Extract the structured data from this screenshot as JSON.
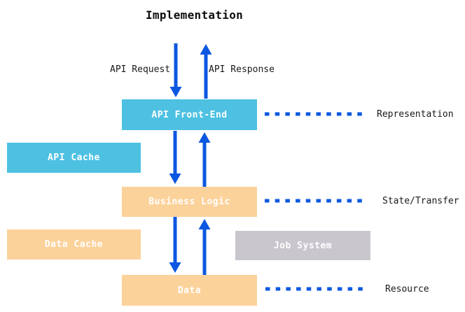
{
  "title": "Implementation",
  "flow_labels": {
    "request": "API Request",
    "response": "API Response"
  },
  "boxes": {
    "api_front_end": {
      "label": "API Front-End",
      "color": "#4EC1E2"
    },
    "api_cache": {
      "label": "API Cache",
      "color": "#4EC1E2"
    },
    "business_logic": {
      "label": "Business Logic",
      "color": "#FCD29B"
    },
    "data_cache": {
      "label": "Data Cache",
      "color": "#FCD29B"
    },
    "job_system": {
      "label": "Job System",
      "color": "#C9C6CD"
    },
    "data": {
      "label": "Data",
      "color": "#FCD29B"
    }
  },
  "rest_layers": {
    "representation": "Representation",
    "state_transfer": "State/Transfer",
    "resource": "Resource"
  },
  "colors": {
    "arrow_blue": "#0B57E0",
    "cyan": "#4EC1E2",
    "orange": "#FCD29B",
    "gray": "#C9C6CD",
    "box_text": "#FFFFFF",
    "label_text": "#1A1A1A"
  }
}
